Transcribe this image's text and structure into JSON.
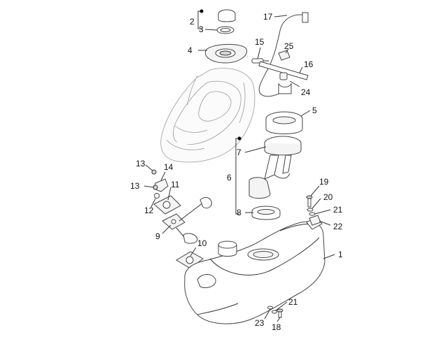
{
  "callouts": [
    {
      "id": "1",
      "text": "1"
    },
    {
      "id": "2",
      "text": "2"
    },
    {
      "id": "3",
      "text": "3"
    },
    {
      "id": "4",
      "text": "4"
    },
    {
      "id": "5",
      "text": "5"
    },
    {
      "id": "6",
      "text": "6"
    },
    {
      "id": "7",
      "text": "7"
    },
    {
      "id": "8",
      "text": "8"
    },
    {
      "id": "9",
      "text": "9"
    },
    {
      "id": "10",
      "text": "10"
    },
    {
      "id": "11",
      "text": "11"
    },
    {
      "id": "12",
      "text": "12"
    },
    {
      "id": "13a",
      "text": "13"
    },
    {
      "id": "13b",
      "text": "13"
    },
    {
      "id": "14",
      "text": "14"
    },
    {
      "id": "15",
      "text": "15"
    },
    {
      "id": "16",
      "text": "16"
    },
    {
      "id": "17",
      "text": "17"
    },
    {
      "id": "18",
      "text": "18"
    },
    {
      "id": "19",
      "text": "19"
    },
    {
      "id": "20",
      "text": "20"
    },
    {
      "id": "21a",
      "text": "21"
    },
    {
      "id": "21b",
      "text": "21"
    },
    {
      "id": "22",
      "text": "22"
    },
    {
      "id": "23",
      "text": "23"
    },
    {
      "id": "24",
      "text": "24"
    },
    {
      "id": "25",
      "text": "25"
    }
  ]
}
